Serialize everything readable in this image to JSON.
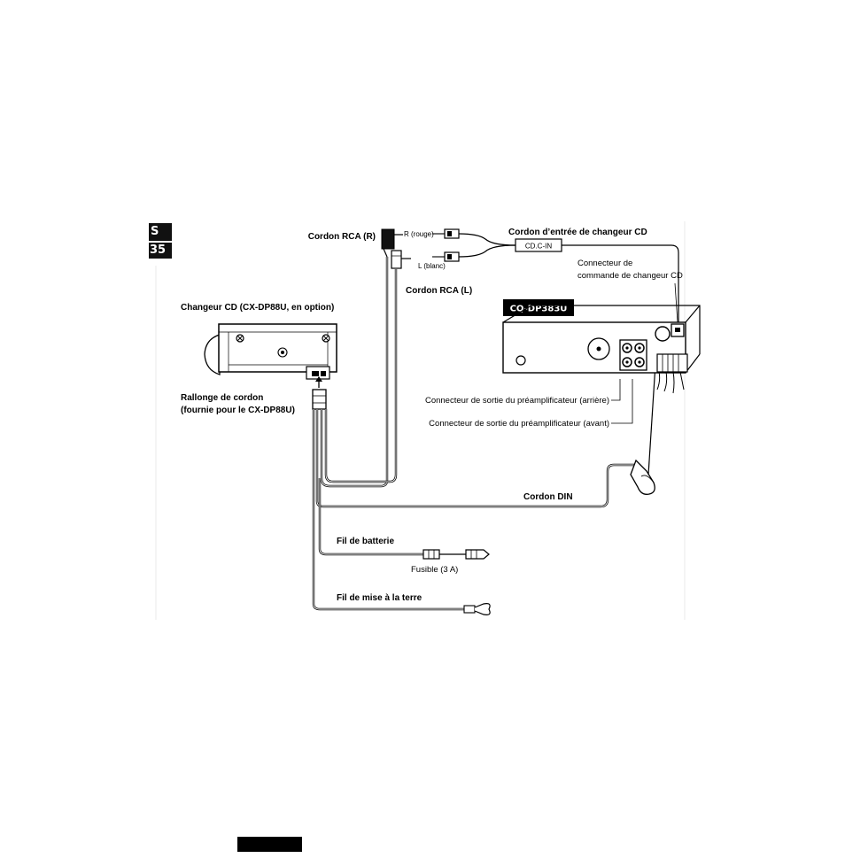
{
  "section": {
    "letter": "S",
    "page": "35"
  },
  "labels": {
    "cordon_rca_r": "Cordon RCA (R)",
    "r_rouge": "R (rouge)",
    "l_blanc": "L (blanc)",
    "cordon_rca_l": "Cordon RCA (L)",
    "cordon_entree": "Cordon d’entrée de changeur CD",
    "cdc_in": "CD.C-IN",
    "connecteur_commande_1": "Connecteur de",
    "connecteur_commande_2": "commande de changeur CD",
    "model": "CQ-DP383U",
    "changeur_cd": "Changeur CD (CX-DP88U, en option)",
    "rallonge_1": "Rallonge de cordon",
    "rallonge_2": "(fournie pour le CX-DP88U)",
    "sortie_arriere": "Connecteur de sortie du préamplificateur (arrière)",
    "sortie_avant": "Connecteur de sortie du préamplificateur (avant)",
    "cordon_din": "Cordon DIN",
    "fil_batterie": "Fil de batterie",
    "fusible": "Fusible (3 A)",
    "fil_masse": "Fil de mise à la terre"
  }
}
